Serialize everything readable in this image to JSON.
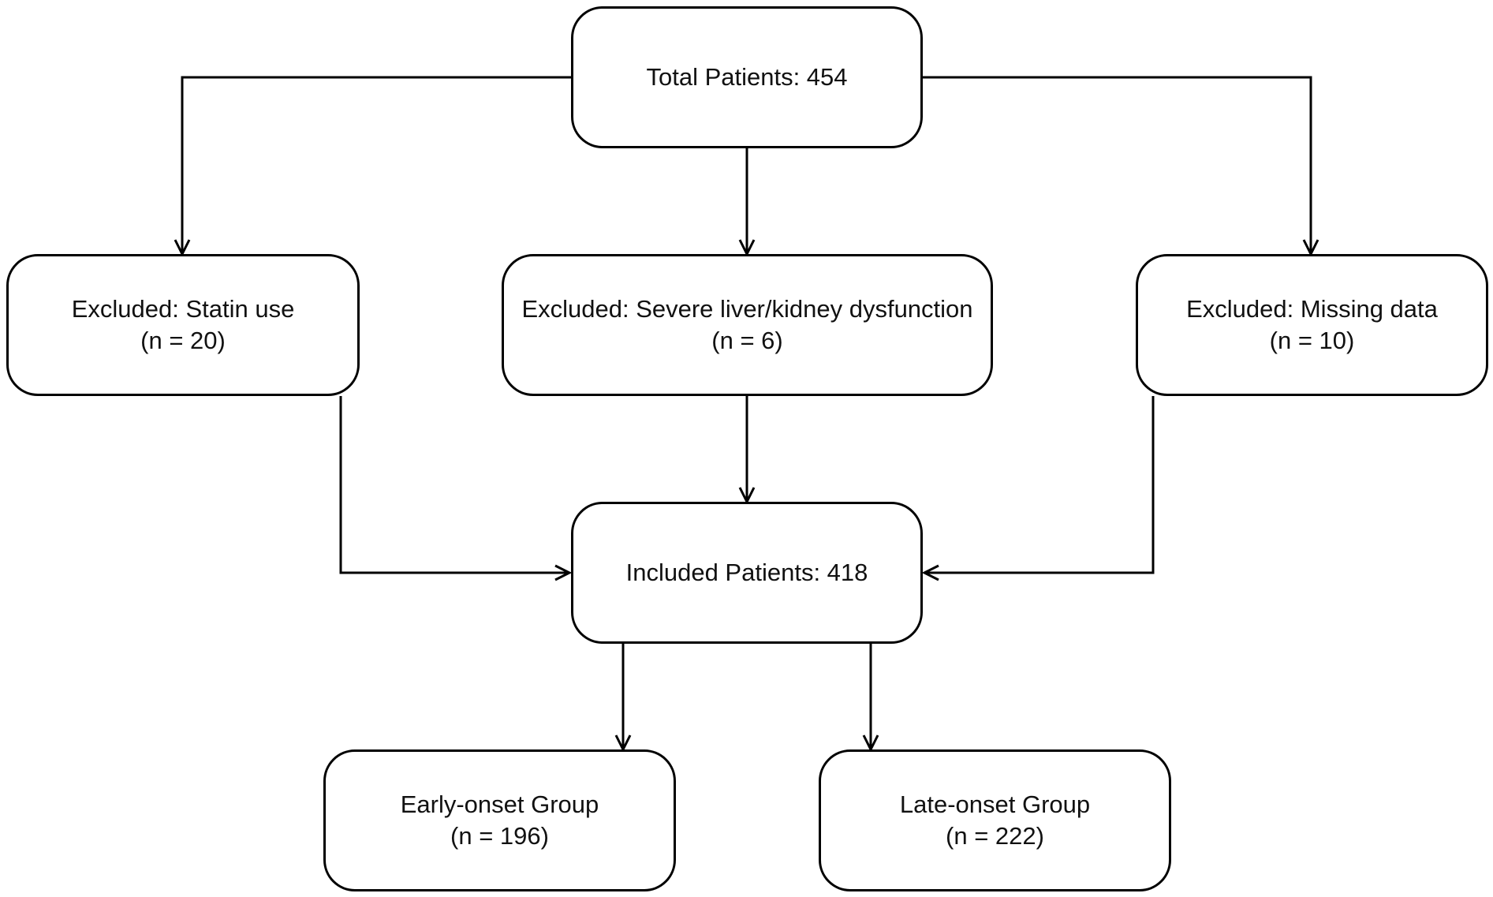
{
  "diagram": {
    "total": {
      "label": "Total Patients: 454"
    },
    "excluded_statin": {
      "label": "Excluded: Statin use",
      "count": "(n = 20)"
    },
    "excluded_liver_kidney": {
      "label": "Excluded: Severe liver/kidney dysfunction",
      "count": "(n = 6)"
    },
    "excluded_missing": {
      "label": "Excluded: Missing data",
      "count": "(n = 10)"
    },
    "included": {
      "label": "Included Patients: 418"
    },
    "early_onset": {
      "label": "Early-onset Group",
      "count": "(n = 196)"
    },
    "late_onset": {
      "label": "Late-onset Group",
      "count": "(n = 222)"
    }
  }
}
